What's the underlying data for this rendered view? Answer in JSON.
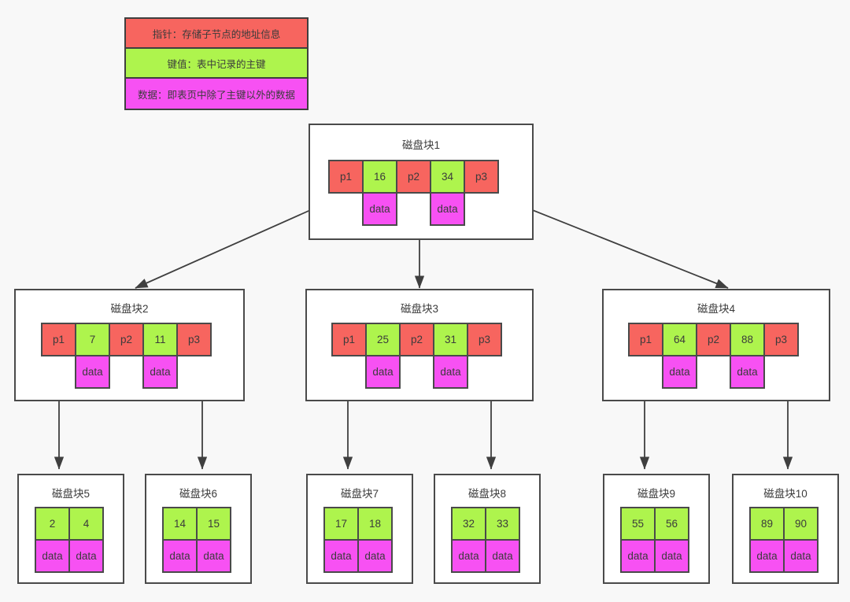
{
  "legend": {
    "rows": [
      {
        "name": "pointer",
        "text": "指针：存储子节点的地址信息",
        "color": "#f7655f"
      },
      {
        "name": "key",
        "text": "键值：表中记录的主键",
        "color": "#aef44d"
      },
      {
        "name": "data",
        "text": "数据：即表页中除了主键以外的数据",
        "color": "#f751f3"
      }
    ]
  },
  "labels": {
    "pointer1": "p1",
    "pointer2": "p2",
    "pointer3": "p3",
    "data": "data"
  },
  "nodes": {
    "root": {
      "title": "磁盘块1",
      "cells": [
        {
          "type": "ptr",
          "text": "p1"
        },
        {
          "type": "key",
          "text": "16",
          "data": "data"
        },
        {
          "type": "ptr",
          "text": "p2"
        },
        {
          "type": "key",
          "text": "34",
          "data": "data"
        },
        {
          "type": "ptr",
          "text": "p3"
        }
      ]
    },
    "internal": [
      {
        "title": "磁盘块2",
        "cells": [
          {
            "type": "ptr",
            "text": "p1"
          },
          {
            "type": "key",
            "text": "7",
            "data": "data"
          },
          {
            "type": "ptr",
            "text": "p2"
          },
          {
            "type": "key",
            "text": "11",
            "data": "data"
          },
          {
            "type": "ptr",
            "text": "p3"
          }
        ]
      },
      {
        "title": "磁盘块3",
        "cells": [
          {
            "type": "ptr",
            "text": "p1"
          },
          {
            "type": "key",
            "text": "25",
            "data": "data"
          },
          {
            "type": "ptr",
            "text": "p2"
          },
          {
            "type": "key",
            "text": "31",
            "data": "data"
          },
          {
            "type": "ptr",
            "text": "p3"
          }
        ]
      },
      {
        "title": "磁盘块4",
        "cells": [
          {
            "type": "ptr",
            "text": "p1"
          },
          {
            "type": "key",
            "text": "64",
            "data": "data"
          },
          {
            "type": "ptr",
            "text": "p2"
          },
          {
            "type": "key",
            "text": "88",
            "data": "data"
          },
          {
            "type": "ptr",
            "text": "p3"
          }
        ]
      }
    ],
    "leaves": [
      {
        "title": "磁盘块5",
        "keys": [
          "2",
          "4"
        ],
        "data": [
          "data",
          "data"
        ]
      },
      {
        "title": "磁盘块6",
        "keys": [
          "14",
          "15"
        ],
        "data": [
          "data",
          "data"
        ]
      },
      {
        "title": "磁盘块7",
        "keys": [
          "17",
          "18"
        ],
        "data": [
          "data",
          "data"
        ]
      },
      {
        "title": "磁盘块8",
        "keys": [
          "32",
          "33"
        ],
        "data": [
          "data",
          "data"
        ]
      },
      {
        "title": "磁盘块9",
        "keys": [
          "55",
          "56"
        ],
        "data": [
          "data",
          "data"
        ]
      },
      {
        "title": "磁盘块10",
        "keys": [
          "89",
          "90"
        ],
        "data": [
          "data",
          "data"
        ]
      }
    ]
  },
  "colors": {
    "pointer": "#f7655f",
    "key": "#aef44d",
    "data": "#f751f3",
    "border": "#4a4a4a",
    "background": "#f8f8f8",
    "arrow": "#3f3f3f"
  },
  "tree_structure": {
    "type": "b-plus-tree",
    "edges": [
      {
        "from": "磁盘块1.p1",
        "to": "磁盘块2"
      },
      {
        "from": "磁盘块1.p2",
        "to": "磁盘块3"
      },
      {
        "from": "磁盘块1.p3",
        "to": "磁盘块4"
      },
      {
        "from": "磁盘块2.p1",
        "to": "磁盘块5"
      },
      {
        "from": "磁盘块2.p3",
        "to": "磁盘块6"
      },
      {
        "from": "磁盘块3.p1",
        "to": "磁盘块7"
      },
      {
        "from": "磁盘块3.p3",
        "to": "磁盘块8"
      },
      {
        "from": "磁盘块4.p1",
        "to": "磁盘块9"
      },
      {
        "from": "磁盘块4.p3",
        "to": "磁盘块10"
      }
    ]
  }
}
